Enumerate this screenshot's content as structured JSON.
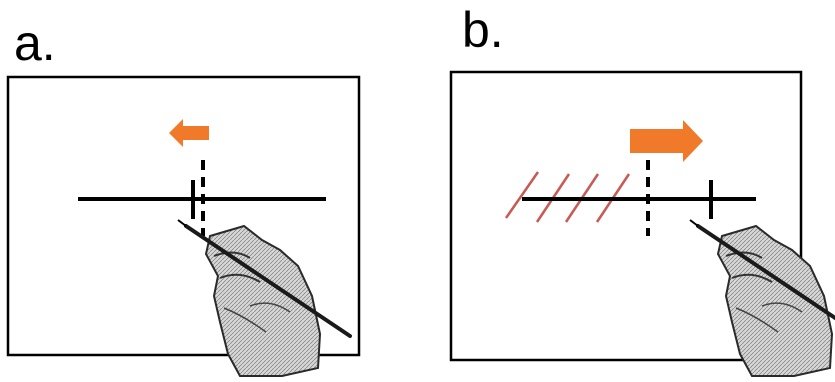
{
  "panels": [
    {
      "label": "a.",
      "arrow": {
        "direction": "left",
        "color": "#f07a2a"
      },
      "marks": [
        "solid-tick",
        "dashed-line"
      ],
      "hatching": false,
      "hand": {
        "icon": "hand-with-pen"
      }
    },
    {
      "label": "b.",
      "arrow": {
        "direction": "right",
        "color": "#f07a2a"
      },
      "marks": [
        "dashed-line",
        "solid-tick"
      ],
      "hatching": true,
      "hatch_color": "#c85a55",
      "hand": {
        "icon": "hand-with-pen"
      }
    }
  ],
  "colors": {
    "line": "#000000",
    "arrow": "#f07a2a",
    "hatch": "#c85a55",
    "frame": "#000000"
  }
}
